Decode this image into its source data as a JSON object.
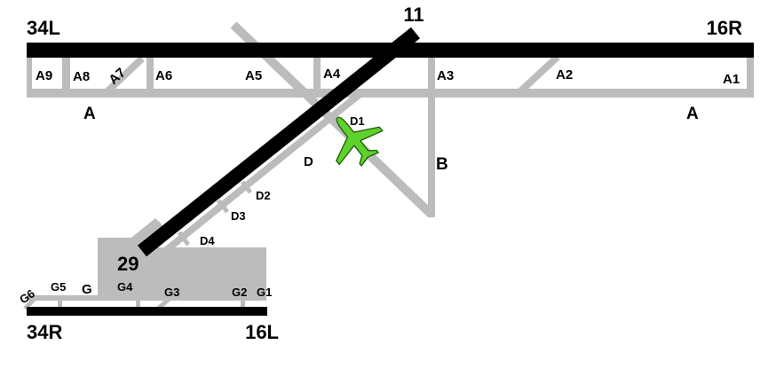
{
  "colors": {
    "background": "#ffffff",
    "runway": "#000000",
    "taxiway": "#bcbcbc",
    "label": "#000000",
    "aircraft_fill": "#5ed12a",
    "aircraft_outline": "#1f5a0e"
  },
  "runways": {
    "r34l": "34L",
    "r16r": "16R",
    "r11": "11",
    "r29": "29",
    "r34r": "34R",
    "r16l": "16L"
  },
  "taxiways": {
    "a": "A",
    "a1": "A1",
    "a2": "A2",
    "a3": "A3",
    "a4": "A4",
    "a5": "A5",
    "a6": "A6",
    "a7": "A7",
    "a8": "A8",
    "a9": "A9",
    "b": "B",
    "d": "D",
    "d1": "D1",
    "d2": "D2",
    "d3": "D3",
    "d4": "D4",
    "g": "G",
    "g1": "G1",
    "g2": "G2",
    "g3": "G3",
    "g4": "G4",
    "g5": "G5",
    "g6": "G6"
  },
  "aircraft": {
    "icon": "airplane-icon"
  }
}
